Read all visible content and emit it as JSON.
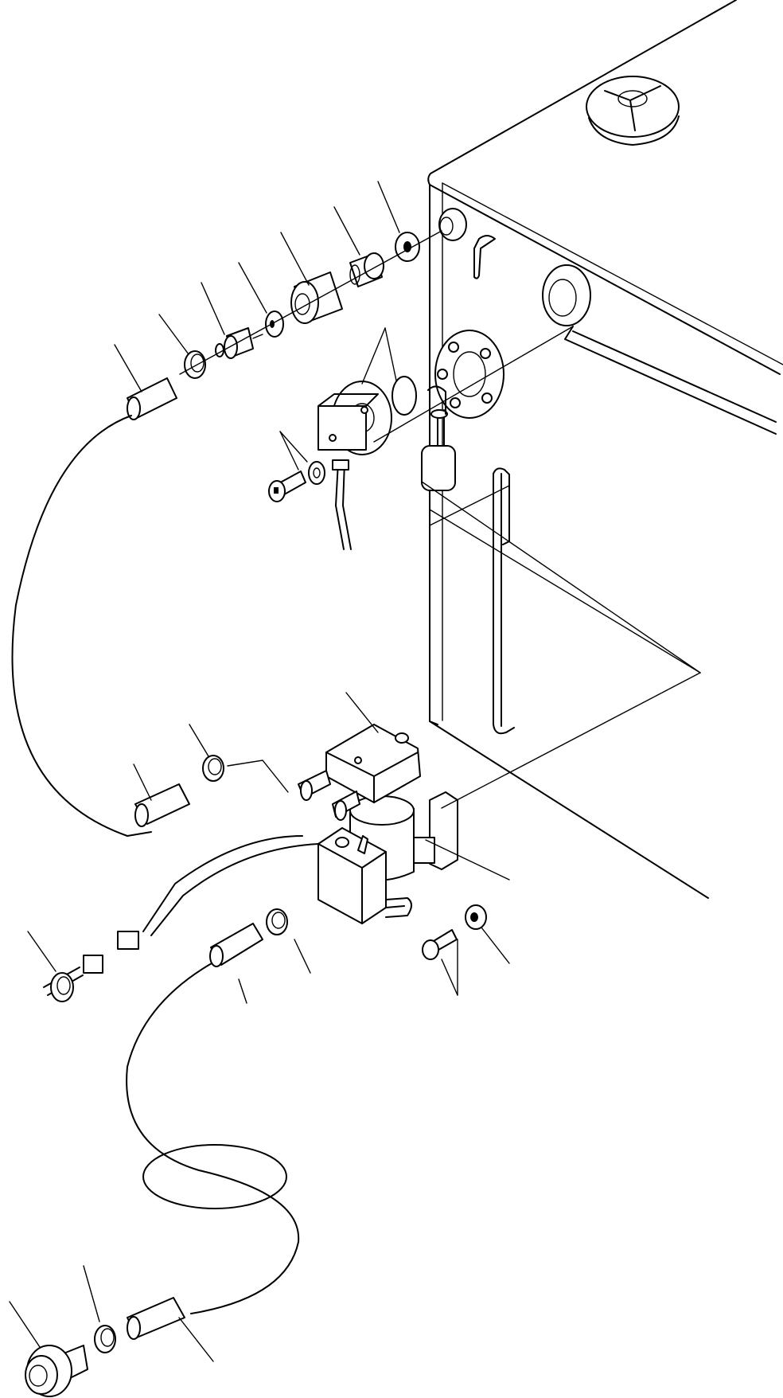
{
  "diagram": {
    "style": "black line-art exploded parts illustration, white background",
    "parts": [
      {
        "name": "hydraulic-tank"
      },
      {
        "name": "tank-cap"
      },
      {
        "name": "drain-valve-assembly"
      },
      {
        "name": "level-sensor-flange"
      },
      {
        "name": "solenoid-pump-unit"
      },
      {
        "name": "mounting-bracket"
      },
      {
        "name": "drain-hose"
      },
      {
        "name": "hose-clamp"
      },
      {
        "name": "drain-plug"
      },
      {
        "name": "wiring-harness-connector"
      }
    ],
    "labels_printed": false
  }
}
